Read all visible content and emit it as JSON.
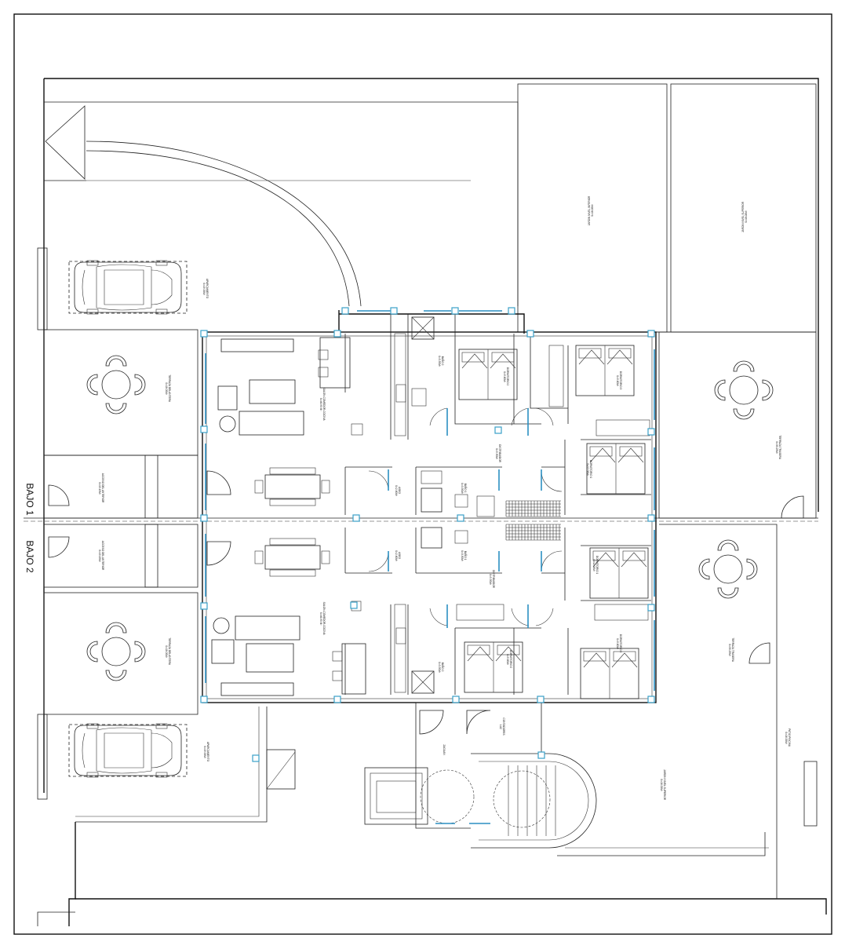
{
  "levels": {
    "upper": "BAJO 1",
    "lower": "BAJO 2"
  },
  "colors": {
    "line": "#111111",
    "column": "#3aa0c8",
    "glazing": "#2b8fc2"
  },
  "rooms": {
    "jardin_1": [
      "JARDIN NIVEL INFERIOR",
      "S=16.00M²"
    ],
    "jardin_2": [
      "JARDIN NIVEL SUPERIOR",
      "S=16.00M²"
    ],
    "aparcamiento_top": [
      "APARCAMIENTO",
      "S=15.00M²"
    ],
    "terraza_tl": [
      "TERRAZA DELANTERA",
      "S=18.00M²"
    ],
    "salon_top": [
      "SALON-COMEDOR-COCINA",
      "S=46.90 M²"
    ],
    "bano_top": [
      "BAÑO 2",
      "S=3.50M²"
    ],
    "dorm2_top": [
      "DORMITORIO 2",
      "S=9.60M²"
    ],
    "dorm3_top": [
      "DORMITORIO 3",
      "S=9.60M²"
    ],
    "terraza_tr": [
      "TERRAZA TRASERA",
      "S=30.25M²"
    ],
    "acceso_top": [
      "ACCESO DEL ANTERIOR",
      "S=10.15M²"
    ],
    "distrib_top": [
      "DISTRIBUIDOR",
      "S=5.50M²"
    ],
    "dorm1_top": [
      "DORMITORIO 1",
      "S=12.00M²"
    ],
    "aseo_top": [
      "ASEO",
      "S=2.60M²"
    ],
    "bano1_top": [
      "BAÑO 1",
      "S=3.50M²"
    ],
    "acceso_bot": [
      "ACCESO DEL ANTERIOR",
      "S=10.15M²"
    ],
    "aseo_bot": [
      "ASEO",
      "S=2.60M²"
    ],
    "bano1_bot": [
      "BAÑO 1",
      "S=3.50M²"
    ],
    "distrib_bot": [
      "DISTRIBUIDOR",
      "S=5.50M²"
    ],
    "dorm1_bot": [
      "DORMITORIO 1",
      "S=12.00M²"
    ],
    "salon_bot": [
      "SALON-COMEDOR-COCINA",
      "S=46.90 M²"
    ],
    "terraza_bl": [
      "TERRAZA DELANTERA",
      "S=18.00M²"
    ],
    "bano_bot": [
      "BAÑO 2",
      "S=3.50M²"
    ],
    "dorm2_bot": [
      "DORMITORIO 2",
      "S=9.60M²"
    ],
    "dorm3_bot": [
      "DORMITORIO 3",
      "S=9.60M²"
    ],
    "terraza_br": [
      "TERRAZA TRASERA",
      "S=30.25M²"
    ],
    "aparcamiento_bot": [
      "APARCAMIENTO",
      "S=15.00M²"
    ],
    "zaguan": [
      "ZAGUAN"
    ],
    "contadores": [
      "CONTADORES",
      "LUZ"
    ],
    "jardin_3": [
      "JARDIN NIVEL SUPERIOR",
      "S=16.00M²"
    ],
    "patio": [
      "PATIO PISCINA",
      "S=16.00M²"
    ]
  }
}
